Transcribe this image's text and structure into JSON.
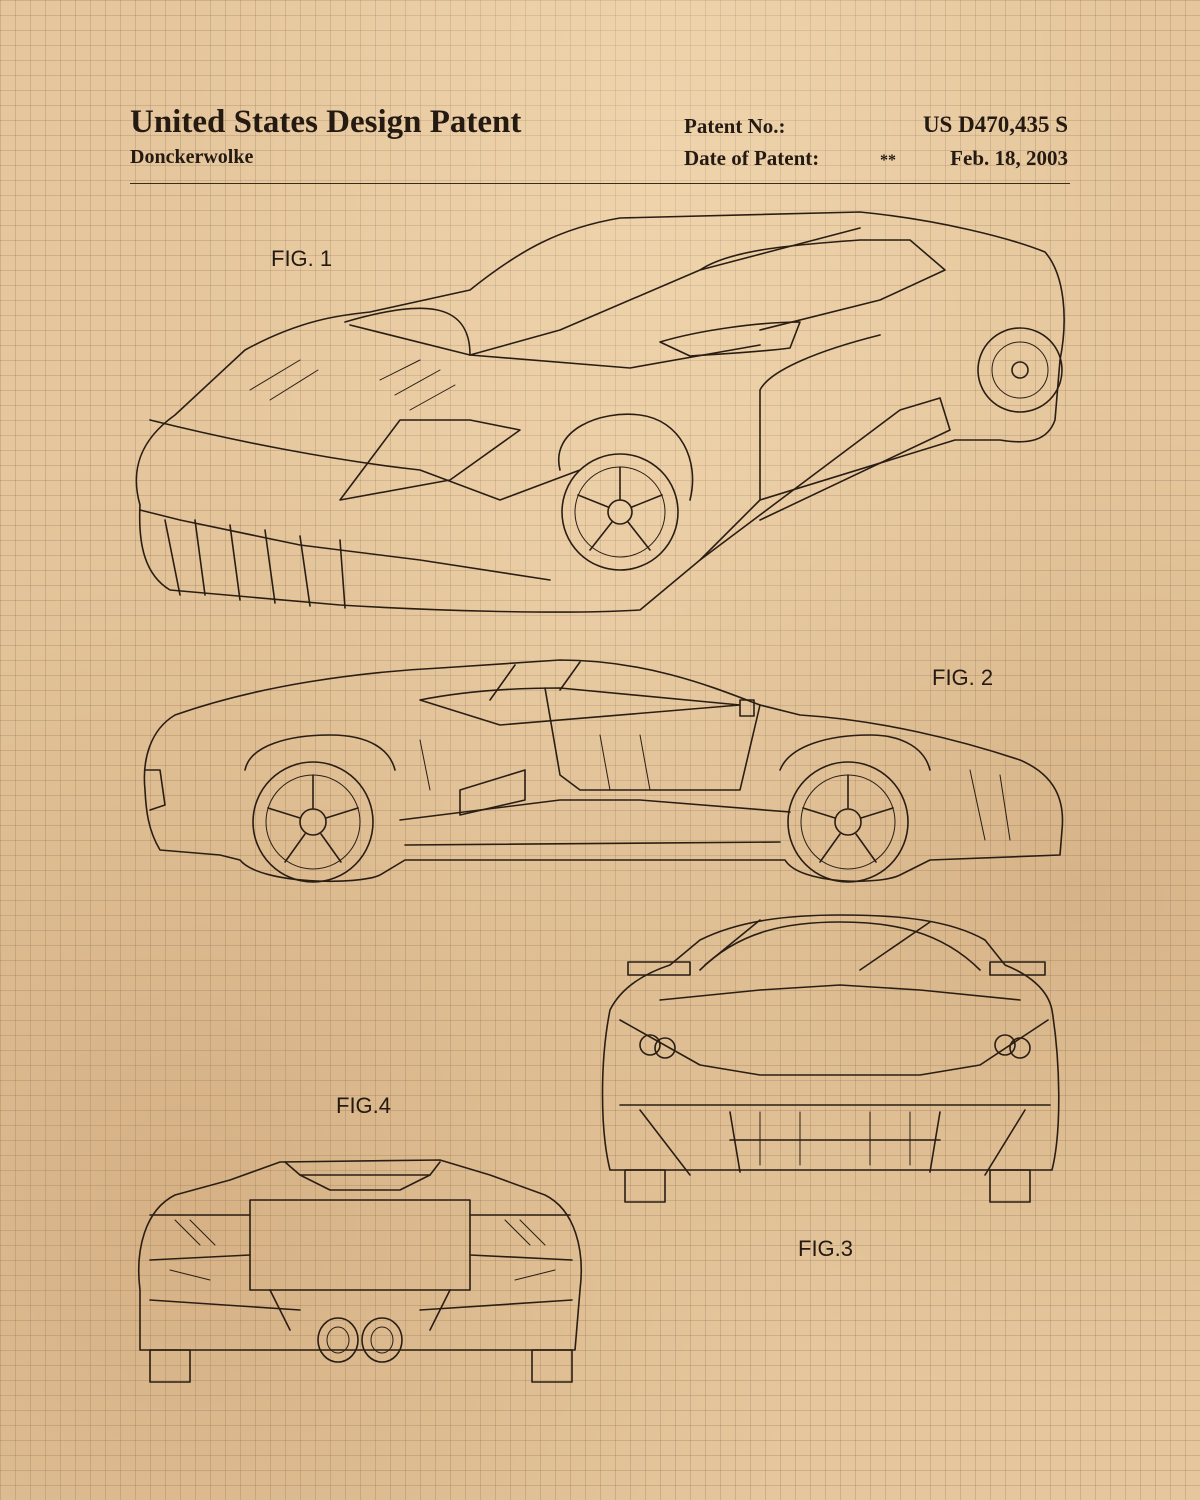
{
  "header": {
    "title": "United States Design Patent",
    "inventor": "Donckerwolke",
    "patent_no_label": "Patent No.:",
    "patent_no_value": "US D470,435 S",
    "date_label": "Date of Patent:",
    "date_value": "Feb. 18, 2003",
    "stars": "**"
  },
  "figures": {
    "fig1": "FIG. 1",
    "fig2": "FIG. 2",
    "fig3": "FIG.3",
    "fig4": "FIG.4"
  },
  "colors": {
    "paper": "#e6c79d",
    "ink": "#241a12",
    "grid": "#8c6a48"
  }
}
